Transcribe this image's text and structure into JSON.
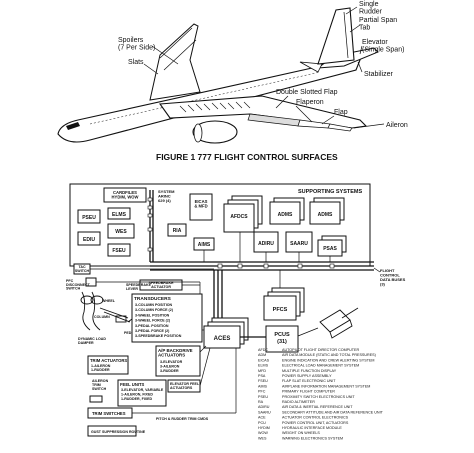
{
  "figure1": {
    "title": "FIGURE 1   777 FLIGHT CONTROL SURFACES",
    "labels": {
      "rudder": "Single\nRudder",
      "partial_tab": "Partial Span\nTab",
      "elevator": "Elevator\n(Single Span)",
      "stabilizer": "Stabilizer",
      "spoilers": "Spoilers\n(7 Per Side)",
      "slats": "Slats",
      "double_flap": "Double Slotted Flap",
      "flaperon": "Flaperon",
      "flap": "Flap",
      "aileron": "Aileron"
    }
  },
  "diagram": {
    "supporting_systems": "SUPPORTING SYSTEMS",
    "cardfiles": "CARDFILES\nHYDIM, WOW",
    "elms": "ELMS",
    "wes": "WES",
    "pseu": "PSEU",
    "eddu": "EDIU",
    "fscu": "FSEU",
    "system_arinc": "SYSTEM\nARINC\n629 (4)",
    "eicas": "EICAS\n& MFD",
    "afdcs": "AFDCS",
    "ria": "RIA",
    "aims": "AIMS",
    "adiru": "ADIRU",
    "saaru": "SAARU",
    "adm1": "ADMS",
    "adm2": "ADMS",
    "psas": "PSAS",
    "tac_switch": "TAC\nSWITCH",
    "pfc_disconnect": "PFC\nDISCONNECT\nSWITCH",
    "speedbrake_actuator": "SPEEDBRAKE\nACTUATOR",
    "speedbrake_lever": "SPEEDBRAKE\nLEVER",
    "flight_control_buses": "FLIGHT\nCONTROL\nDATA BUSES\n(3)",
    "pfcs": "PFCS",
    "transducers": {
      "title": "TRANSDUCERS",
      "lines": [
        "3-COLUMN POSITION",
        "3-COLUMN FORCE (2)",
        "3-WHEEL POSITION",
        "3-WHEEL FORCE (2)",
        "3-PEDAL POSITION",
        "3-PEDAL FORCE (2)",
        "3-SPEEDBRAKE POSITION"
      ]
    },
    "column": "COLUMN",
    "wheel": "WHEEL",
    "pedals": "PEDALS",
    "feel_actuator": "DYNAMIC LOAD\nDAMPER",
    "aces": "ACES",
    "pcus": "PCUS\n(31)",
    "backdrive": {
      "title": "A/P BACKDRIVE\nACTUATORS",
      "lines": [
        "3-ELEVATOR",
        "3-AILERON",
        "3-RUDDER"
      ]
    },
    "trim_actuators": {
      "title": "TRIM ACTUATORS",
      "lines": [
        "1-AILERON",
        "1-RUDDER"
      ]
    },
    "feel_units": {
      "title": "FEEL UNITS",
      "lines": [
        "3-ELEVATOR, VARIABLE",
        "1-AILERON, FIXED",
        "1-RUDDER, FIXED"
      ]
    },
    "elevator_feel": "ELEVATOR FEEL\nACTUATORS",
    "aileron_trim": "AILERON\nTRIM\nSWITCH",
    "trim_switches": "TRIM SWITCHES",
    "pitch_rudder_trim": "PITCH & RUDDER TRIM CMDS",
    "gust_suppression": "GUST SUPPRESSION ROUTINE"
  },
  "glossary": [
    {
      "abbr": "AFDC",
      "text": "AUTOPILOT FLIGHT DIRECTOR COMPUTER"
    },
    {
      "abbr": "ADM",
      "text": "AIR DATA MODULE (STATIC AND TOTAL PRESSURES)"
    },
    {
      "abbr": "EICAS",
      "text": "ENGINE INDICATION AND CREW ALERTING SYSTEM"
    },
    {
      "abbr": "ELMS",
      "text": "ELECTRICAL LOAD MANAGEMENT SYSTEM"
    },
    {
      "abbr": "MFD",
      "text": "MULTIPLE FUNCTION DISPLAY"
    },
    {
      "abbr": "PSA",
      "text": "POWER SUPPLY ASSEMBLY"
    },
    {
      "abbr": "FSEU",
      "text": "FLAP SLAT ELECTRONIC UNIT"
    },
    {
      "abbr": "AIMS",
      "text": "AIRPLANE INFORMATION MANAGEMENT SYSTEM"
    },
    {
      "abbr": "PFC",
      "text": "PRIMARY FLIGHT COMPUTER"
    },
    {
      "abbr": "PSEU",
      "text": "PROXIMITY SWITCH ELECTRONICS UNIT"
    },
    {
      "abbr": "RA",
      "text": "RADIO ALTIMETER"
    },
    {
      "abbr": "ADIRU",
      "text": "AIR DATA & INERTIAL REFERENCE UNIT"
    },
    {
      "abbr": "SAARU",
      "text": "SECONDARY ATTITUDE AND AIR DATA REFERENCE UNIT"
    },
    {
      "abbr": "ACE",
      "text": "ACTUATOR CONTROL ELECTRONICS"
    },
    {
      "abbr": "PCU",
      "text": "POWER CONTROL UNIT, ACTUATORS"
    },
    {
      "abbr": "HYDIM",
      "text": "HYDRAULIC INTERFACE MODULE"
    },
    {
      "abbr": "WOW",
      "text": "WEIGHT ON WHEELS"
    },
    {
      "abbr": "WES",
      "text": "WARNING ELECTRONICS SYSTEM"
    }
  ]
}
